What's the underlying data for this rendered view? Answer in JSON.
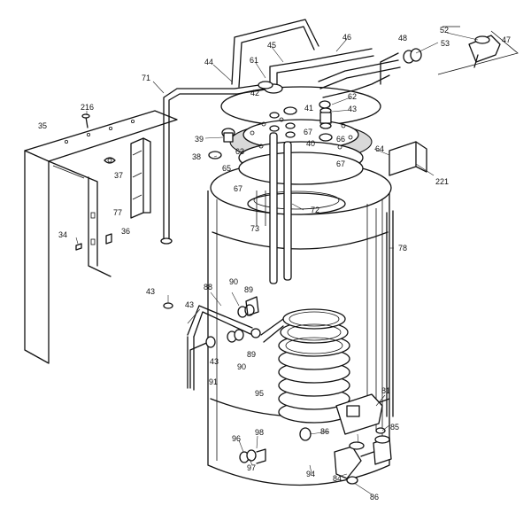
{
  "callouts": [
    {
      "id": "c52",
      "label": "52"
    },
    {
      "id": "c47",
      "label": "47"
    },
    {
      "id": "c53",
      "label": "53"
    },
    {
      "id": "c48",
      "label": "48"
    },
    {
      "id": "c46",
      "label": "46"
    },
    {
      "id": "c45",
      "label": "45"
    },
    {
      "id": "c44",
      "label": "44"
    },
    {
      "id": "c61",
      "label": "61"
    },
    {
      "id": "c71",
      "label": "71"
    },
    {
      "id": "c42",
      "label": "42"
    },
    {
      "id": "c62",
      "label": "62"
    },
    {
      "id": "c41",
      "label": "41"
    },
    {
      "id": "c43a",
      "label": "43"
    },
    {
      "id": "c216",
      "label": "216"
    },
    {
      "id": "c35",
      "label": "35"
    },
    {
      "id": "c39",
      "label": "39"
    },
    {
      "id": "c67a",
      "label": "67"
    },
    {
      "id": "c66",
      "label": "66"
    },
    {
      "id": "c40",
      "label": "40"
    },
    {
      "id": "c64",
      "label": "64"
    },
    {
      "id": "c63",
      "label": "63"
    },
    {
      "id": "c38",
      "label": "38"
    },
    {
      "id": "c65",
      "label": "65"
    },
    {
      "id": "c67b",
      "label": "67"
    },
    {
      "id": "c37",
      "label": "37"
    },
    {
      "id": "c67c",
      "label": "67"
    },
    {
      "id": "c221",
      "label": "221"
    },
    {
      "id": "c72",
      "label": "72"
    },
    {
      "id": "c77",
      "label": "77"
    },
    {
      "id": "c73",
      "label": "73"
    },
    {
      "id": "c34",
      "label": "34"
    },
    {
      "id": "c36",
      "label": "36"
    },
    {
      "id": "c78",
      "label": "78"
    },
    {
      "id": "c88",
      "label": "88"
    },
    {
      "id": "c90a",
      "label": "90"
    },
    {
      "id": "c89a",
      "label": "89"
    },
    {
      "id": "c43b",
      "label": "43"
    },
    {
      "id": "c43c",
      "label": "43"
    },
    {
      "id": "c89b",
      "label": "89"
    },
    {
      "id": "c43d",
      "label": "43"
    },
    {
      "id": "c90b",
      "label": "90"
    },
    {
      "id": "c91",
      "label": "91"
    },
    {
      "id": "c95",
      "label": "95"
    },
    {
      "id": "c81",
      "label": "81"
    },
    {
      "id": "c85",
      "label": "85"
    },
    {
      "id": "c86a",
      "label": "86"
    },
    {
      "id": "c98",
      "label": "98"
    },
    {
      "id": "c96",
      "label": "96"
    },
    {
      "id": "c97",
      "label": "97"
    },
    {
      "id": "c94",
      "label": "94"
    },
    {
      "id": "c84",
      "label": "84"
    },
    {
      "id": "c86b",
      "label": "86"
    }
  ]
}
